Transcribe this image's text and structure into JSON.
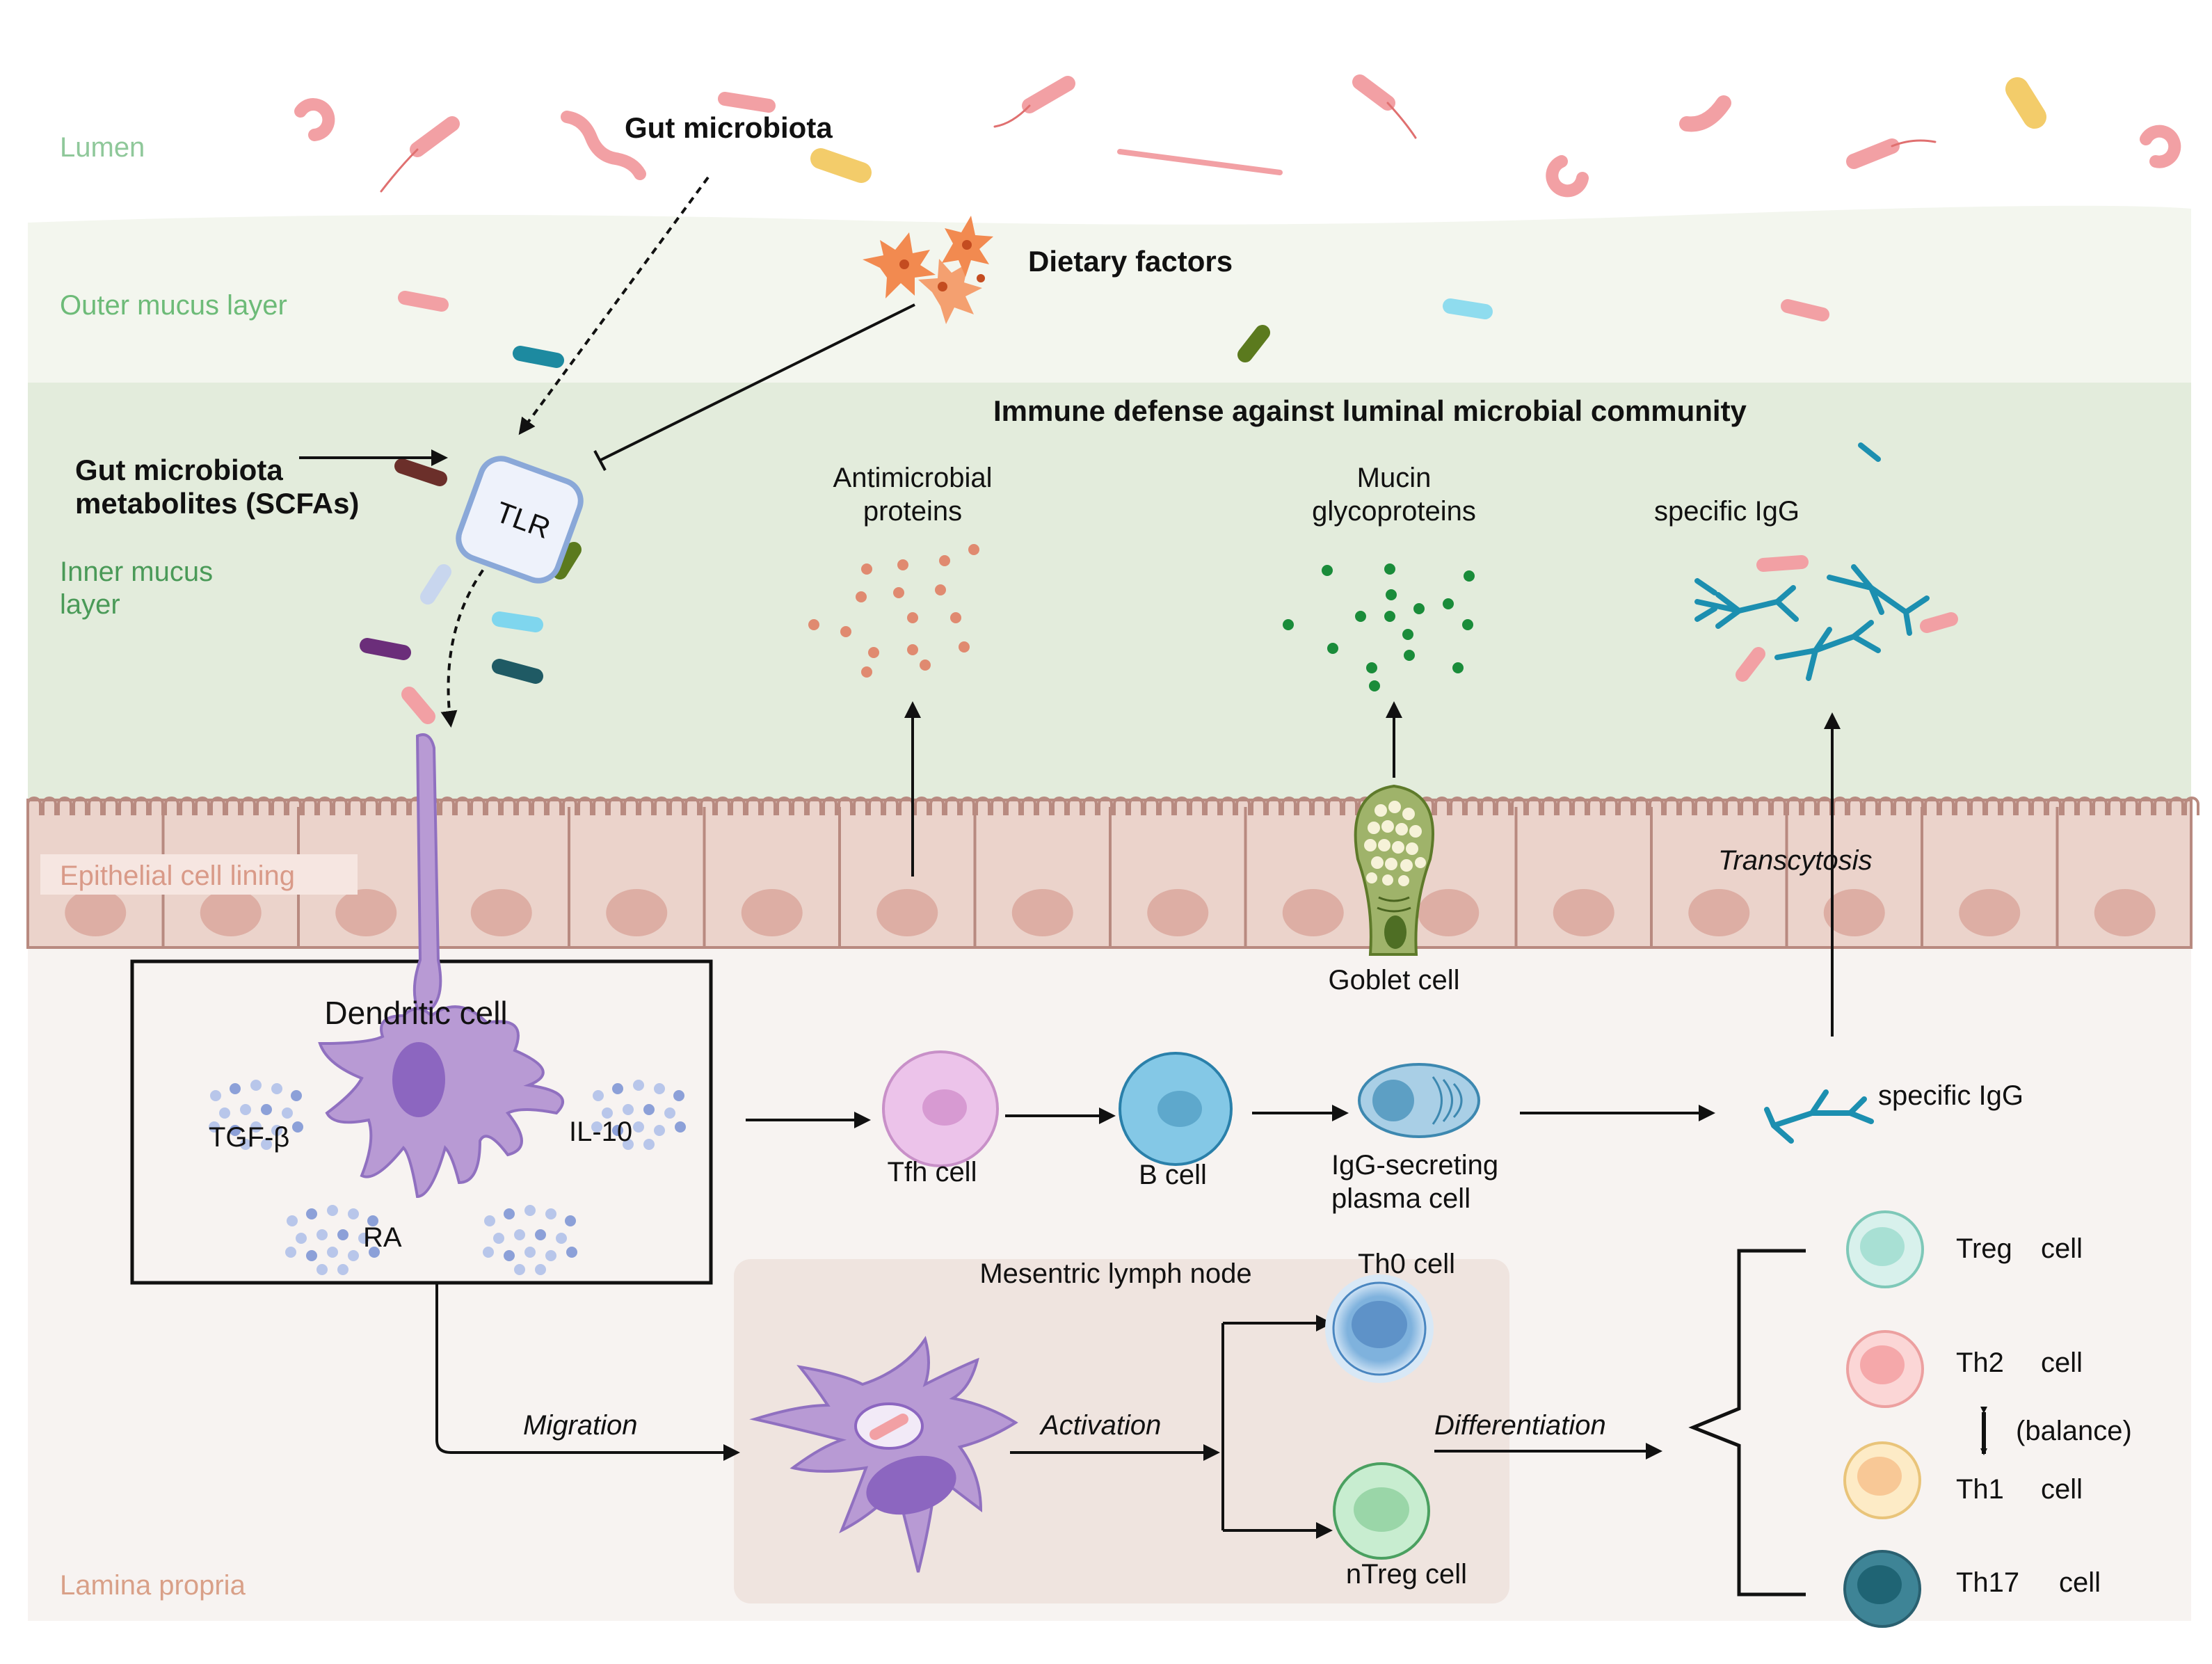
{
  "layers": {
    "lumen": "Lumen",
    "outer_mucus": "Outer mucus layer",
    "inner_mucus_1": "Inner mucus",
    "inner_mucus_2": "layer",
    "epithelial": "Epithelial cell lining",
    "lamina_propria": "Lamina propria"
  },
  "labels": {
    "gut_microbiota": "Gut microbiota",
    "dietary_factors": "Dietary factors",
    "metabolites_1": "Gut microbiota",
    "metabolites_2": "metabolites (SCFAs)",
    "tlr": "TLR",
    "immune_defense": "Immune defense against luminal microbial community",
    "antimicrobial_1": "Antimicrobial",
    "antimicrobial_2": "proteins",
    "mucin_1": "Mucin",
    "mucin_2": "glycoproteins",
    "specific_igg_top": "specific IgG",
    "transcytosis": "Transcytosis",
    "goblet_cell": "Goblet cell",
    "dendritic_cell": "Dendritic cell",
    "tgf_beta": "TGF-β",
    "il10": "IL-10",
    "ra": "RA",
    "tfh_cell": "Tfh cell",
    "b_cell": "B cell",
    "plasma_1": "IgG-secreting",
    "plasma_2": "plasma cell",
    "specific_igg_bottom": "specific IgG",
    "lymph_node": "Mesentric lymph node",
    "th0_cell": "Th0 cell",
    "ntreg_cell": "nTreg cell",
    "migration": "Migration",
    "activation": "Activation",
    "differentiation": "Differentiation",
    "treg": "Treg",
    "th2": "Th2",
    "th1": "Th1",
    "th17": "Th17",
    "cell_word": "cell",
    "balance": "(balance)"
  },
  "colors": {
    "lumen_bg": "#ffffff",
    "outer_mucus_bg": "#f3f6ee",
    "inner_mucus_bg": "#e3ecdc",
    "epithelium_fill": "#ebd3cb",
    "epithelium_stroke": "#b88a80",
    "nucleus": "#ddaea4",
    "lamina_bg": "#f7f3f1",
    "lymph_node_bg": "#efe4df",
    "dendritic": "#b89ad4",
    "lumen_label": "#8fc89a",
    "outer_label": "#6dbb78",
    "inner_label": "#4a9a58",
    "epi_label": "#d99a88",
    "lamina_label": "#d9a088",
    "antibody": "#1c8fb0",
    "mucin": "#1a8c3a",
    "antimicrobial": "#e08a70"
  },
  "icons": [
    "bacteria-icon",
    "dietary-cells-icon",
    "tlr-receptor-icon",
    "goblet-cell-icon",
    "dendritic-cell-icon",
    "antibody-icon",
    "lymphocyte-icon",
    "plasma-cell-icon"
  ]
}
